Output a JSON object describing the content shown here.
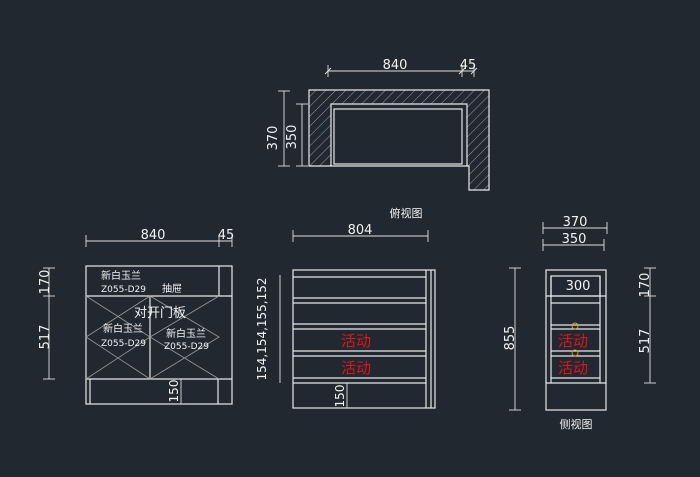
{
  "colors": {
    "background": "#212830",
    "lines": "#e8e8e8",
    "annotation_red": "#e0141c"
  },
  "top_view": {
    "title": "俯视图",
    "dim_width": "840",
    "dim_side": "45",
    "dim_depth_outer": "370",
    "dim_depth_inner": "350"
  },
  "front_view": {
    "dim_width": "840",
    "dim_side": "45",
    "dim_top": "170",
    "dim_doors": "517",
    "dim_base": "150",
    "drawer_material": "新白玉兰",
    "drawer_code": "Z055-D29",
    "drawer_label": "抽屉",
    "door_label": "对开门板",
    "left_door_material": "新白玉兰",
    "left_door_code": "Z055-D29",
    "right_door_material": "新白玉兰",
    "right_door_code": "Z055-D29"
  },
  "inner_view": {
    "dim_width": "804",
    "shelf_dims": "154,154,155,152",
    "dim_base": "150",
    "label_1": "活动",
    "label_2": "活动"
  },
  "side_view": {
    "title": "侧视图",
    "dim_outer": "370",
    "dim_inner": "350",
    "dim_drawer": "300",
    "dim_height": "855",
    "dim_top": "170",
    "dim_doors": "517",
    "label_1": "活动",
    "label_2": "活动"
  }
}
